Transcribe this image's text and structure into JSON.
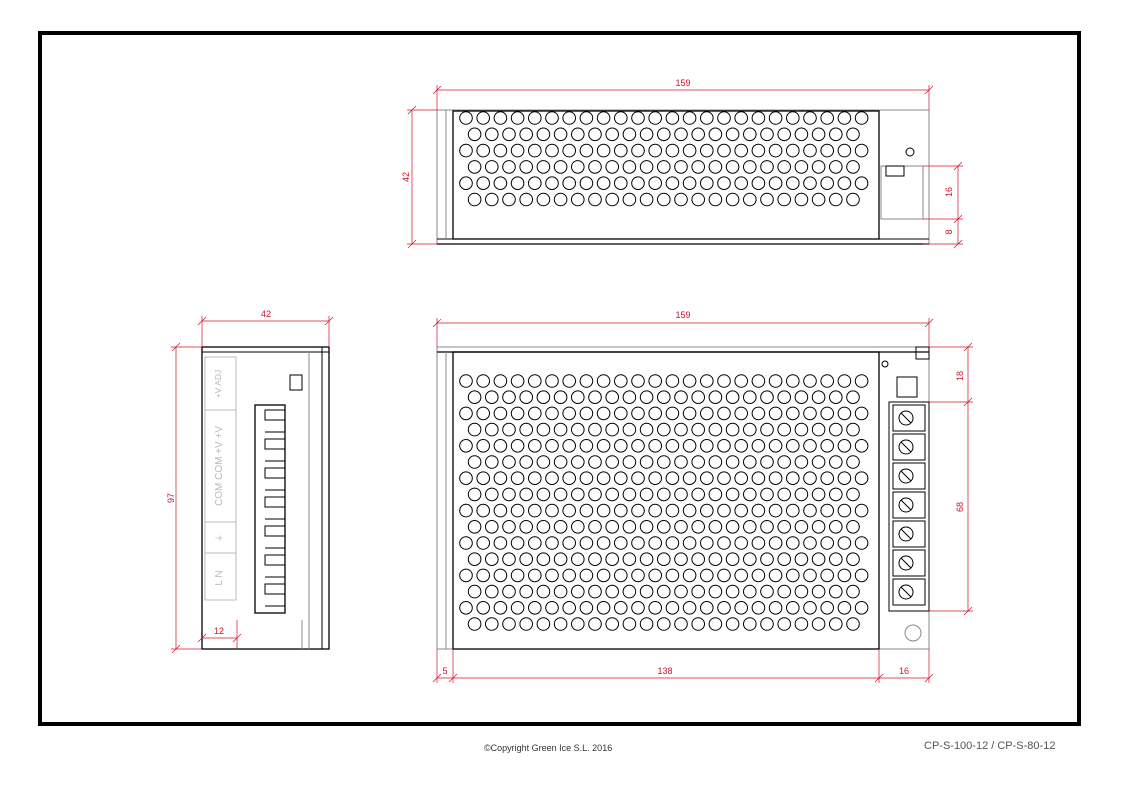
{
  "footer": {
    "copyright": "©Copyright Green Ice S.L. 2016",
    "model": "CP-S-100-12 / CP-S-80-12"
  },
  "colors": {
    "frame": "#000000",
    "dimension": "#d0102a",
    "outline": "#000000",
    "terminal_label": "#b8b8b8"
  },
  "top_view": {
    "length": "159",
    "height": "42",
    "slot_height": "16",
    "slot_offset": "8"
  },
  "side_view": {
    "width": "42",
    "height": "97",
    "terminal_depth": "12",
    "terminal_labels": [
      "+V ADJ",
      "COM COM +V +V",
      "⏚",
      "L N"
    ]
  },
  "front_view": {
    "length": "159",
    "top_margin": "18",
    "terminal_span": "68",
    "left_offset": "5",
    "grille_length": "138",
    "terminal_block": "16"
  }
}
